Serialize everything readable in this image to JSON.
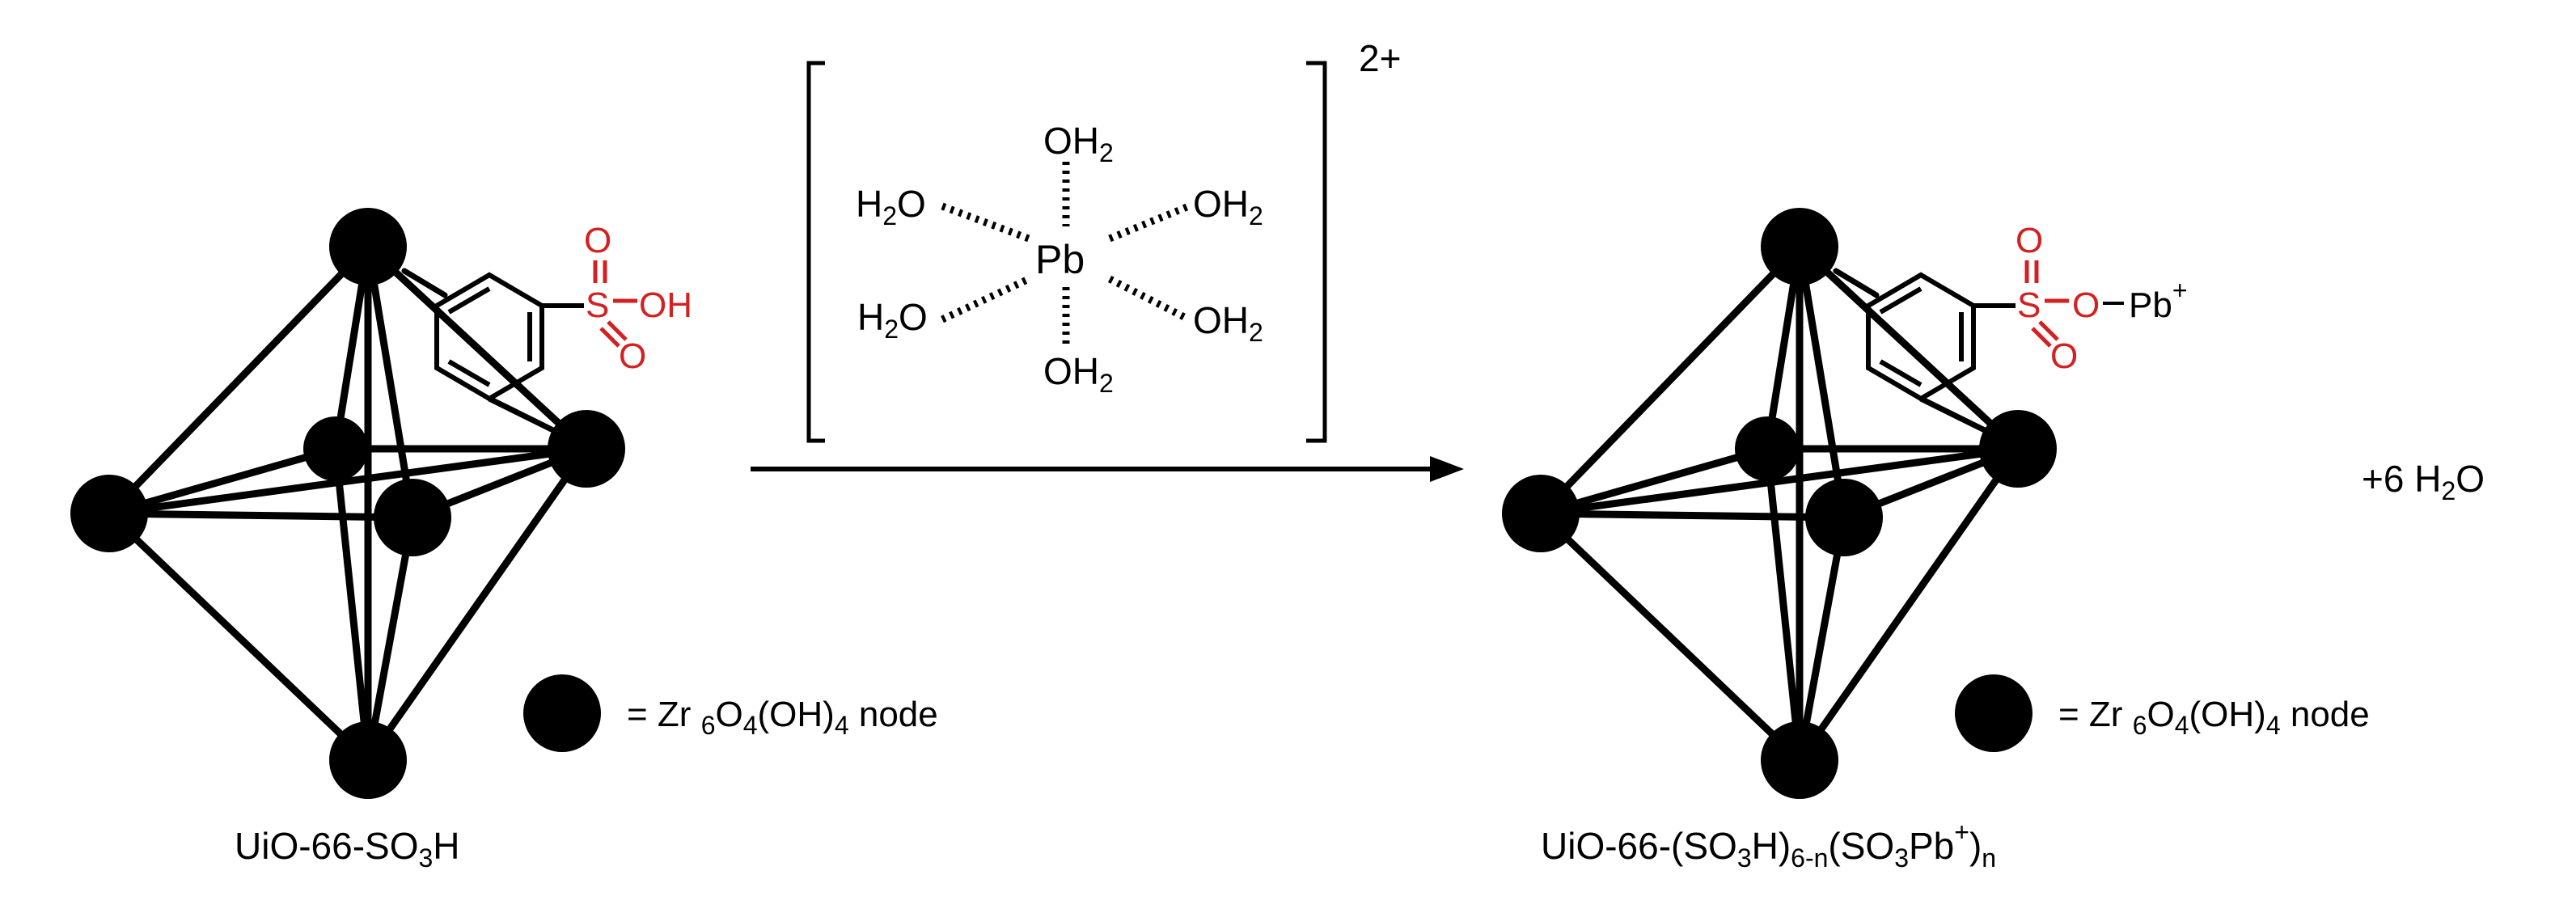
{
  "reactant": {
    "label_main": "UiO-66-SO",
    "label_sub": "3",
    "label_tail": "H",
    "sulfonic": {
      "o_top": "O",
      "s": "S",
      "o_bottom": "O",
      "oh": "OH"
    }
  },
  "complex": {
    "charge": "2+",
    "metal": "Pb",
    "ligands": [
      {
        "pre": "OH",
        "sub": "2",
        "post": ""
      },
      {
        "pre": "H",
        "sub": "2",
        "post": "O"
      },
      {
        "pre": "OH",
        "sub": "2",
        "post": ""
      },
      {
        "pre": "H",
        "sub": "2",
        "post": "O"
      },
      {
        "pre": "OH",
        "sub": "2",
        "post": ""
      },
      {
        "pre": "OH",
        "sub": "2",
        "post": ""
      }
    ]
  },
  "product": {
    "label_parts": [
      {
        "t": "UiO-66-(SO",
        "s": ""
      },
      {
        "t": "3",
        "s": "sub"
      },
      {
        "t": "H)",
        "s": ""
      },
      {
        "t": "6-n",
        "s": "sub"
      },
      {
        "t": "(SO",
        "s": ""
      },
      {
        "t": "3",
        "s": "sub"
      },
      {
        "t": "Pb",
        "s": ""
      },
      {
        "t": "+",
        "s": "sup"
      },
      {
        "t": ")",
        "s": ""
      },
      {
        "t": "n",
        "s": "sub"
      }
    ],
    "sulfonate": {
      "o_top": "O",
      "s": "S",
      "o_bottom": "O",
      "o_link": "O",
      "pb": "Pb",
      "pb_charge": "+"
    }
  },
  "byproduct": {
    "coef": "+6 H",
    "sub": "2",
    "tail": "O"
  },
  "legend": {
    "prefix": "= Zr",
    "parts": [
      {
        "t": "6",
        "s": "sub"
      },
      {
        "t": "O",
        "s": ""
      },
      {
        "t": "4",
        "s": "sub"
      },
      {
        "t": "(OH)",
        "s": ""
      },
      {
        "t": "4",
        "s": "sub"
      },
      {
        "t": " node",
        "s": ""
      }
    ]
  },
  "colors": {
    "sulfonic_group": "#d42020",
    "node": "#000000"
  }
}
